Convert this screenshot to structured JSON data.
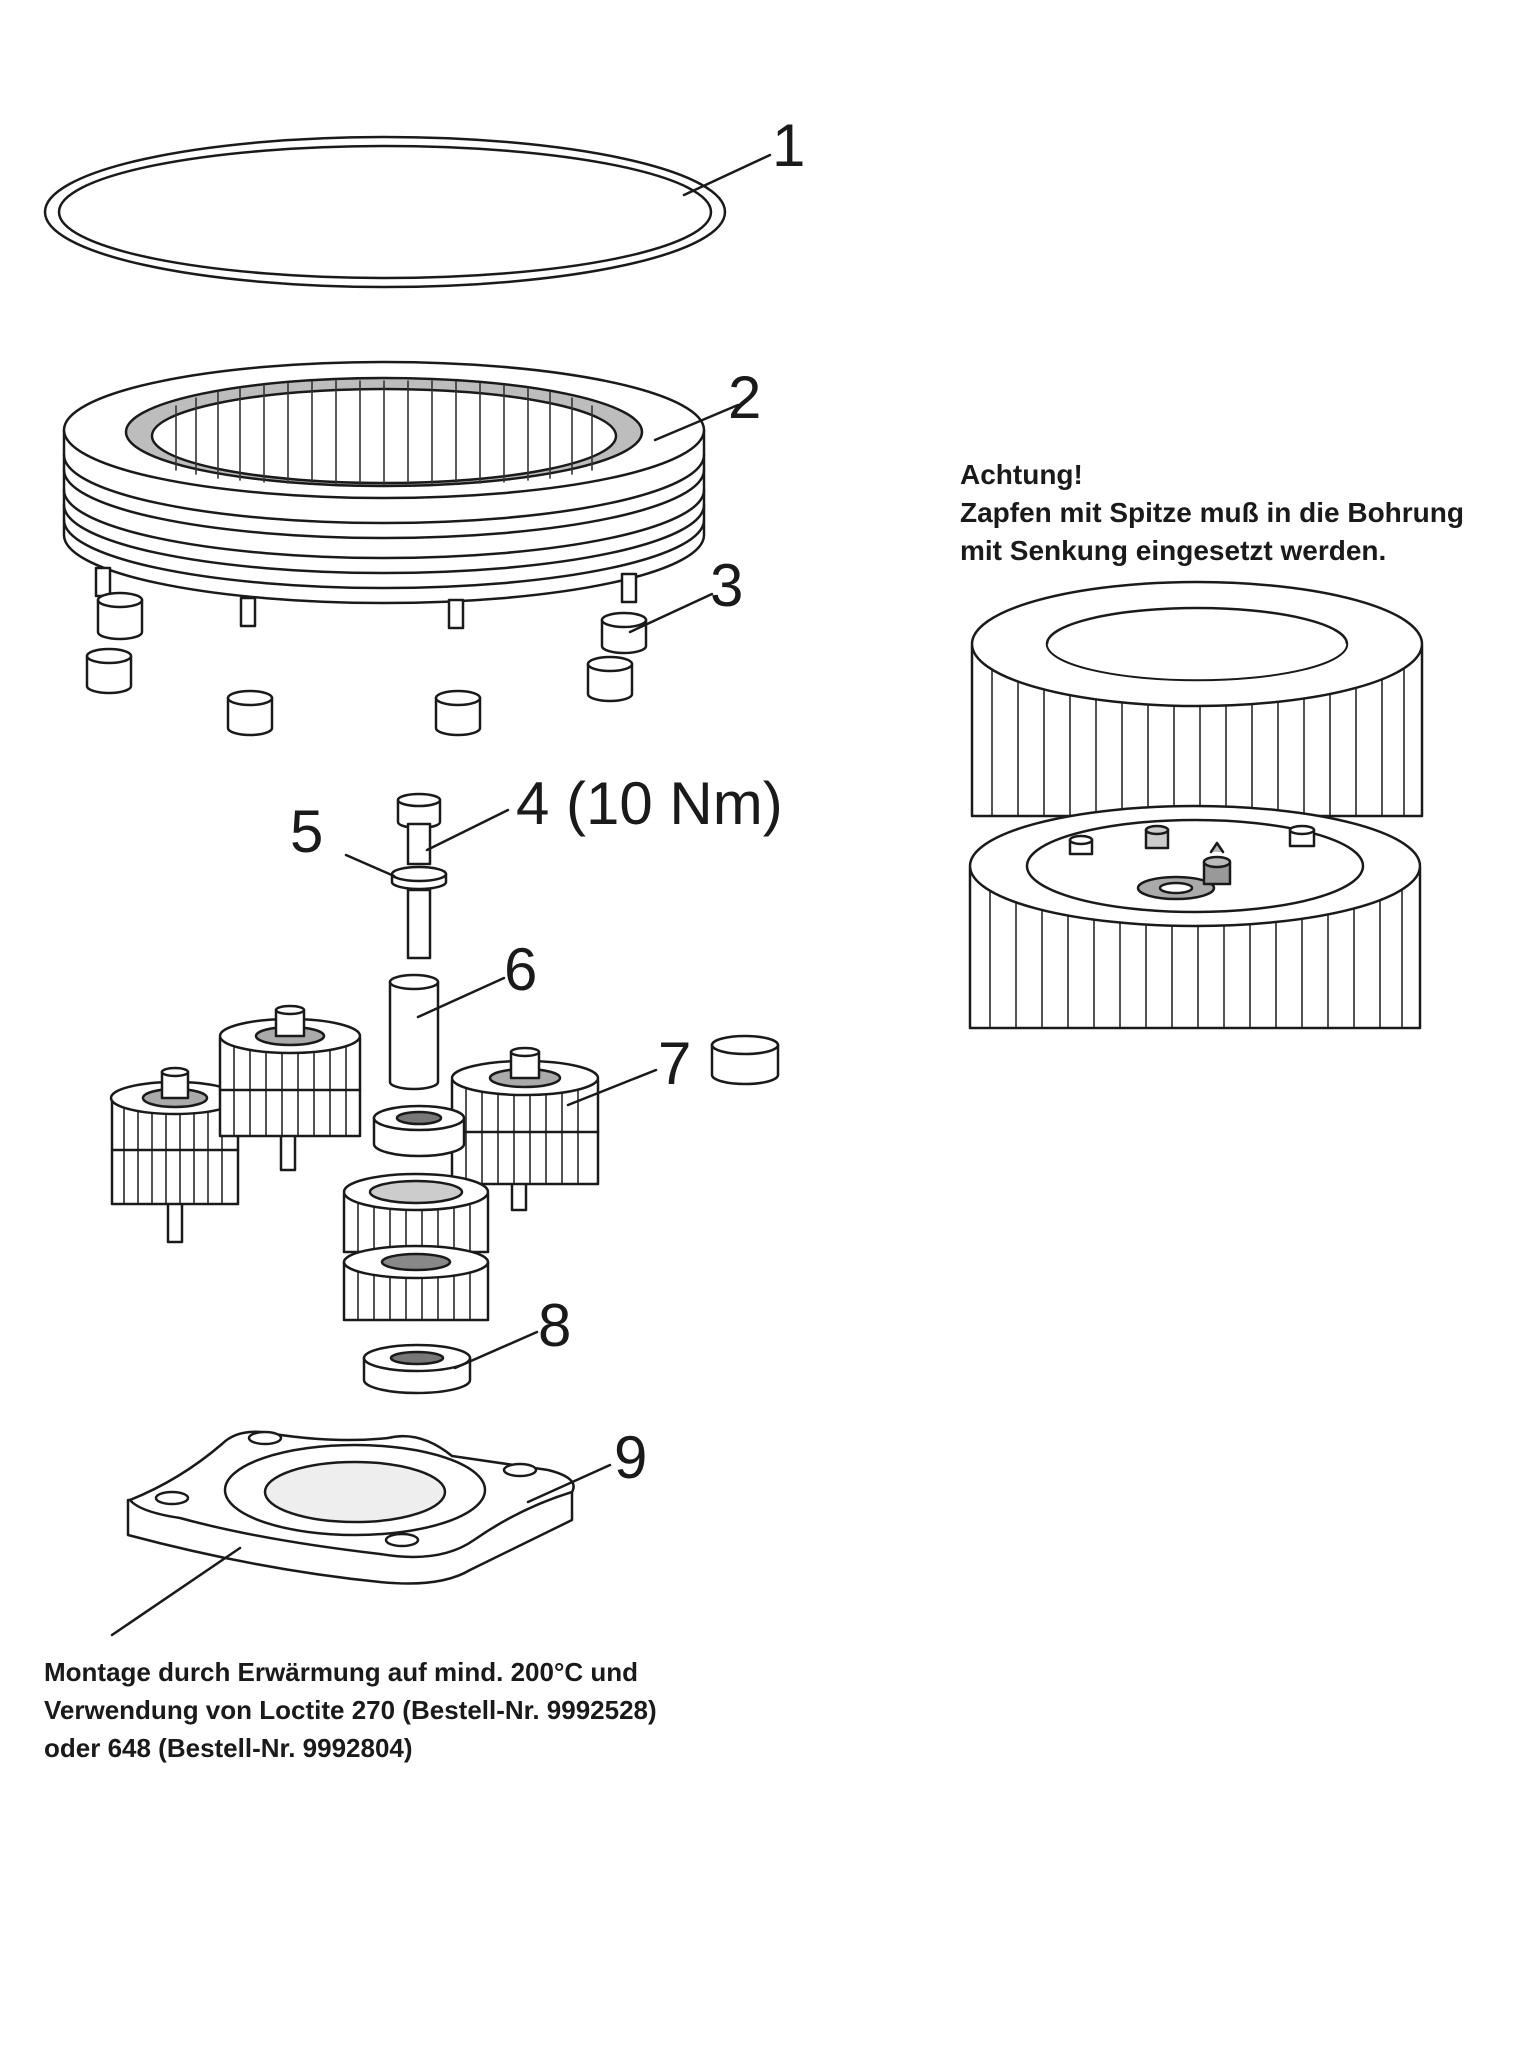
{
  "callouts": {
    "c1": "1",
    "c2": "2",
    "c3": "3",
    "c4": "4 (10 Nm)",
    "c5": "5",
    "c6": "6",
    "c7": "7",
    "c8": "8",
    "c9": "9"
  },
  "notes": {
    "warning": {
      "line1": "Achtung!",
      "line2": "Zapfen mit Spitze muß in die Bohrung",
      "line3": "mit Senkung eingesetzt werden."
    },
    "assembly": {
      "line1": "Montage durch Erwärmung auf mind. 200°C und",
      "line2": "Verwendung von Loctite 270 (Bestell-Nr. 9992528)",
      "line3": "oder 648 (Bestell-Nr. 9992804)"
    }
  }
}
